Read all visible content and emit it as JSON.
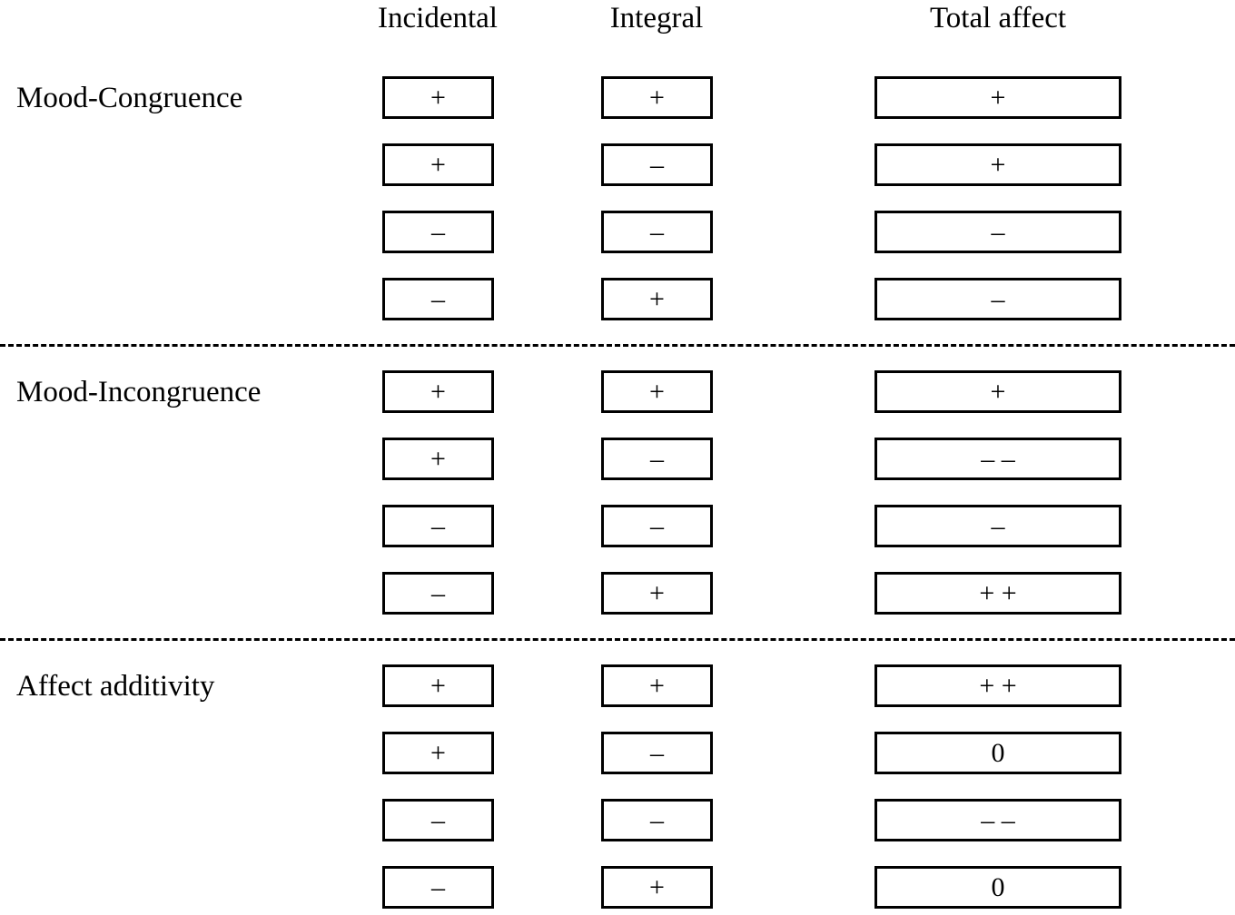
{
  "columns": {
    "incidental": "Incidental",
    "integral": "Integral",
    "total": "Total affect"
  },
  "sections": [
    {
      "label": "Mood-Congruence",
      "rows": [
        {
          "incidental": "+",
          "integral": "+",
          "total": "+"
        },
        {
          "incidental": "+",
          "integral": "–",
          "total": "+"
        },
        {
          "incidental": "–",
          "integral": "–",
          "total": "–"
        },
        {
          "incidental": "–",
          "integral": "+",
          "total": "–"
        }
      ]
    },
    {
      "label": "Mood-Incongruence",
      "rows": [
        {
          "incidental": "+",
          "integral": "+",
          "total": "+"
        },
        {
          "incidental": "+",
          "integral": "–",
          "total": "– –"
        },
        {
          "incidental": "–",
          "integral": "–",
          "total": "–"
        },
        {
          "incidental": "–",
          "integral": "+",
          "total": "+ +"
        }
      ]
    },
    {
      "label": "Affect additivity",
      "rows": [
        {
          "incidental": "+",
          "integral": "+",
          "total": "+ +"
        },
        {
          "incidental": "+",
          "integral": "–",
          "total": "0"
        },
        {
          "incidental": "–",
          "integral": "–",
          "total": "– –"
        },
        {
          "incidental": "–",
          "integral": "+",
          "total": "0"
        }
      ]
    }
  ]
}
